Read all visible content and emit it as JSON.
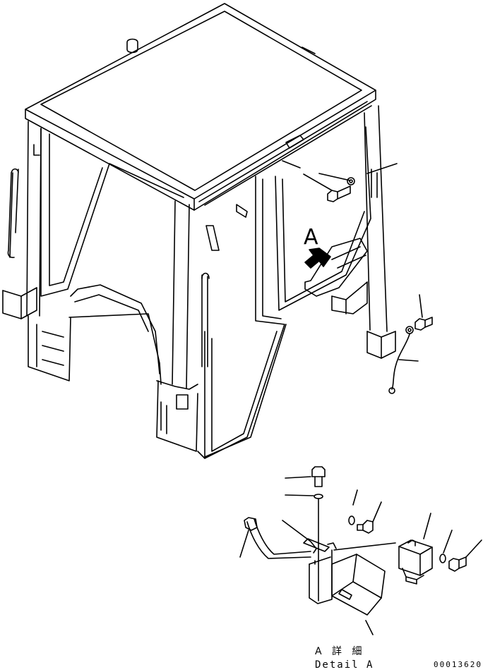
{
  "labels": {
    "detail_marker": "A",
    "caption_jp": "A 詳 細",
    "caption_en": "Detail A",
    "drawing_code": "00013620"
  }
}
